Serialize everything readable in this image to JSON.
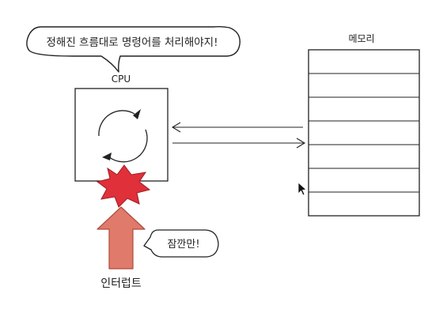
{
  "diagram": {
    "cpu_bubble_text": "정해진 흐름대로 명령어를 처리해야지!",
    "cpu_label": "CPU",
    "memory_label": "메모리",
    "interrupt_bubble_text": "잠깐만!",
    "interrupt_label": "인터럽트",
    "memory_cell_count": 7
  },
  "colors": {
    "ink": "#222222",
    "arrow_fill": "#e07a6a",
    "arrow_stroke": "#b04a3e",
    "burst_fill": "#e0303a",
    "burst_stroke": "#a01c24",
    "bubble_fill": "#ffffff"
  }
}
